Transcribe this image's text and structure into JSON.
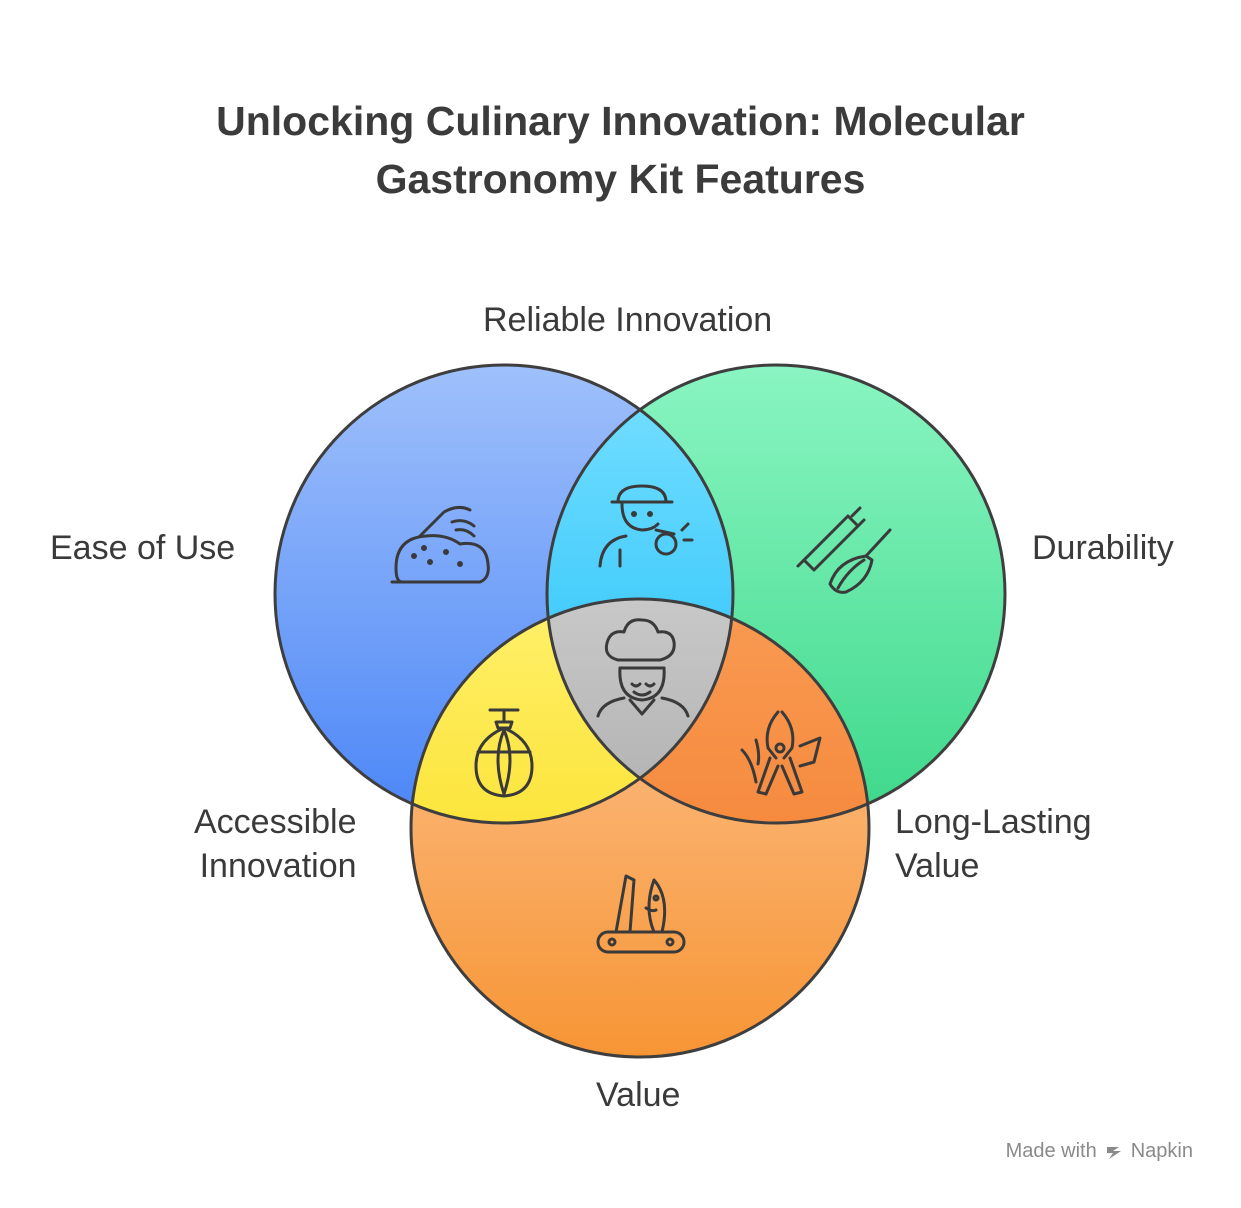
{
  "title": {
    "line1": "Unlocking Culinary Innovation: Molecular",
    "line2": "Gastronomy Kit Features"
  },
  "sets": [
    {
      "name": "Ease of Use",
      "color": "#5b8ff5",
      "icon": "hand-kneading-dough-icon"
    },
    {
      "name": "Durability",
      "color": "#55dd99",
      "icon": "rolling-pin-whisk-icon"
    },
    {
      "name": "Value",
      "color": "#f79a45",
      "icon": "swiss-army-knife-icon"
    }
  ],
  "intersections": {
    "reliable_innovation": {
      "label": "Reliable Innovation",
      "color": "#33bdf5",
      "icon": "worker-whistle-icon"
    },
    "accessible_innovation": {
      "line1": "Accessible",
      "line2": "Innovation",
      "color": "#f9de1a",
      "icon": "punching-bag-icon"
    },
    "long_lasting_value": {
      "line1": "Long-Lasting",
      "line2": "Value",
      "color": "#f5843a",
      "icon": "multi-tool-icon"
    },
    "center": {
      "color": "#a9a9a9",
      "icon": "chef-icon"
    }
  },
  "footer": {
    "made_with": "Made with",
    "brand": "Napkin"
  }
}
